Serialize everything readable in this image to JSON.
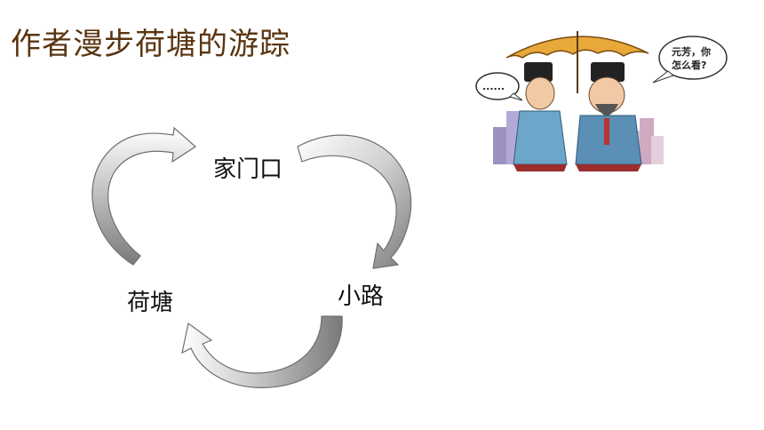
{
  "slide": {
    "title": "作者漫步荷塘的游踪"
  },
  "cycle": {
    "nodes": [
      {
        "id": "home",
        "label": "家门口"
      },
      {
        "id": "path",
        "label": "小路"
      },
      {
        "id": "pond",
        "label": "荷塘"
      }
    ],
    "flow": [
      "家门口",
      "小路",
      "荷塘",
      "家门口"
    ]
  },
  "cartoon": {
    "speech_left": "......",
    "speech_right_line1": "元芳，你",
    "speech_right_line2": "怎么看?"
  },
  "colors": {
    "title": "#5a3510",
    "arrow_dark": "#8c8c8c",
    "arrow_light": "#ffffff",
    "umbrella": "#e8a93a"
  }
}
